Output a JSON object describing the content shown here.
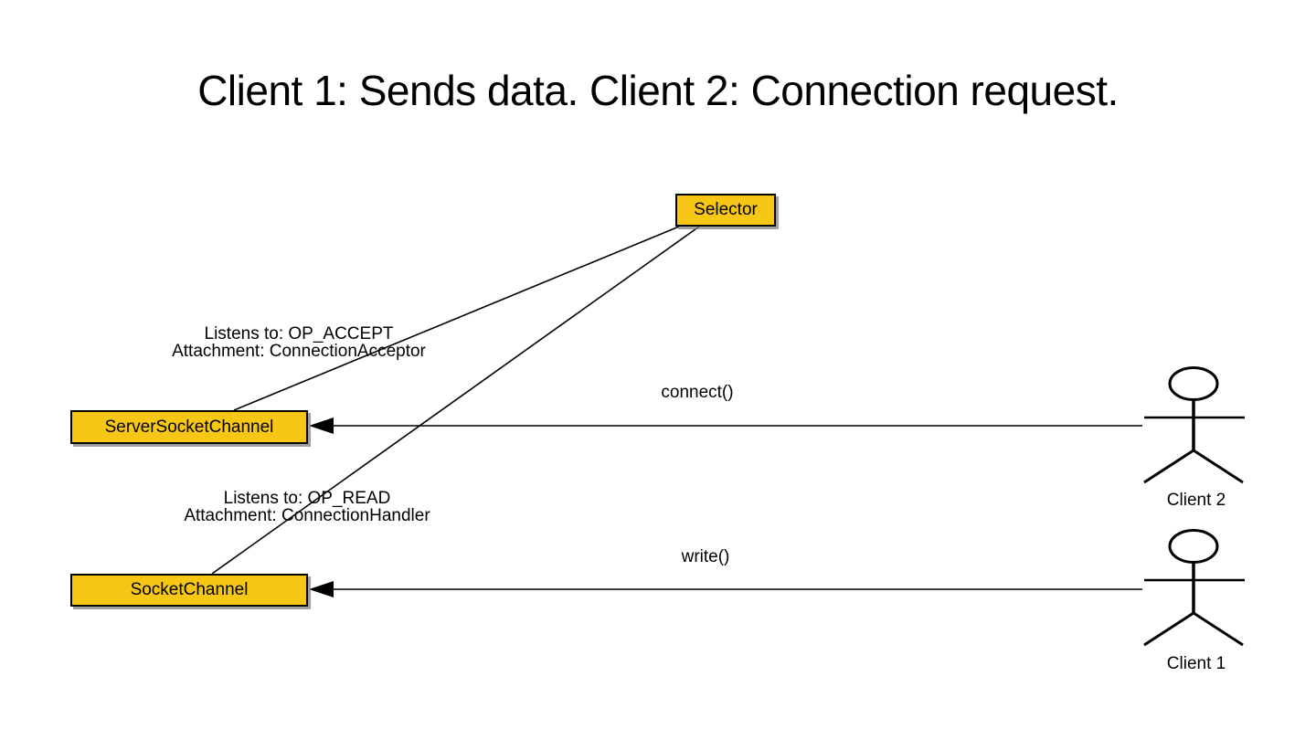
{
  "title": "Client 1: Sends data. Client 2: Connection request.",
  "colors": {
    "background": "#ffffff",
    "box_fill": "#f7c716",
    "box_border": "#000000",
    "line": "#000000",
    "shadow": "#808080"
  },
  "nodes": {
    "selector": {
      "label": "Selector"
    },
    "server_socket_channel": {
      "label": "ServerSocketChannel"
    },
    "socket_channel": {
      "label": "SocketChannel"
    }
  },
  "annotations": {
    "accept": {
      "line1": "Listens to: OP_ACCEPT",
      "line2": "Attachment: ConnectionAcceptor"
    },
    "read": {
      "line1": "Listens to: OP_READ",
      "line2": "Attachment: ConnectionHandler"
    }
  },
  "messages": {
    "connect": "connect()",
    "write": "write()"
  },
  "actors": {
    "client2": {
      "label": "Client 2"
    },
    "client1": {
      "label": "Client 1"
    }
  }
}
